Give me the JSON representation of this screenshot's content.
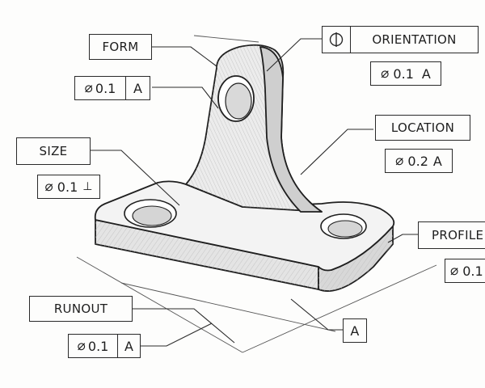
{
  "labels": {
    "form": "FORM",
    "orientation": "ORIENTATION",
    "location": "LOCATION",
    "size": "SIZE",
    "profile": "PROFILE",
    "runout": "RUNOUT",
    "datum": "A"
  },
  "frames": {
    "form": {
      "symbol": "⌀",
      "value": "0.1",
      "datum": "A"
    },
    "orientation": {
      "symbol": "⌀",
      "value": "0.1",
      "datum": "A"
    },
    "location": {
      "symbol": "⌀",
      "value": "0.2",
      "datum": "A"
    },
    "size": {
      "symbol": "⌀",
      "value": "0.1",
      "modifier": "⊥"
    },
    "profile": {
      "symbol": "⌀",
      "value": "0.1"
    },
    "runout": {
      "symbol": "⌀",
      "value": "0.1",
      "datum": "A"
    }
  },
  "icons": {
    "orientation_symbol": "position-circle-icon"
  },
  "colors": {
    "ink": "#2a2a2a",
    "paper": "#fdfdfc",
    "shade": "#cfcfcf"
  }
}
